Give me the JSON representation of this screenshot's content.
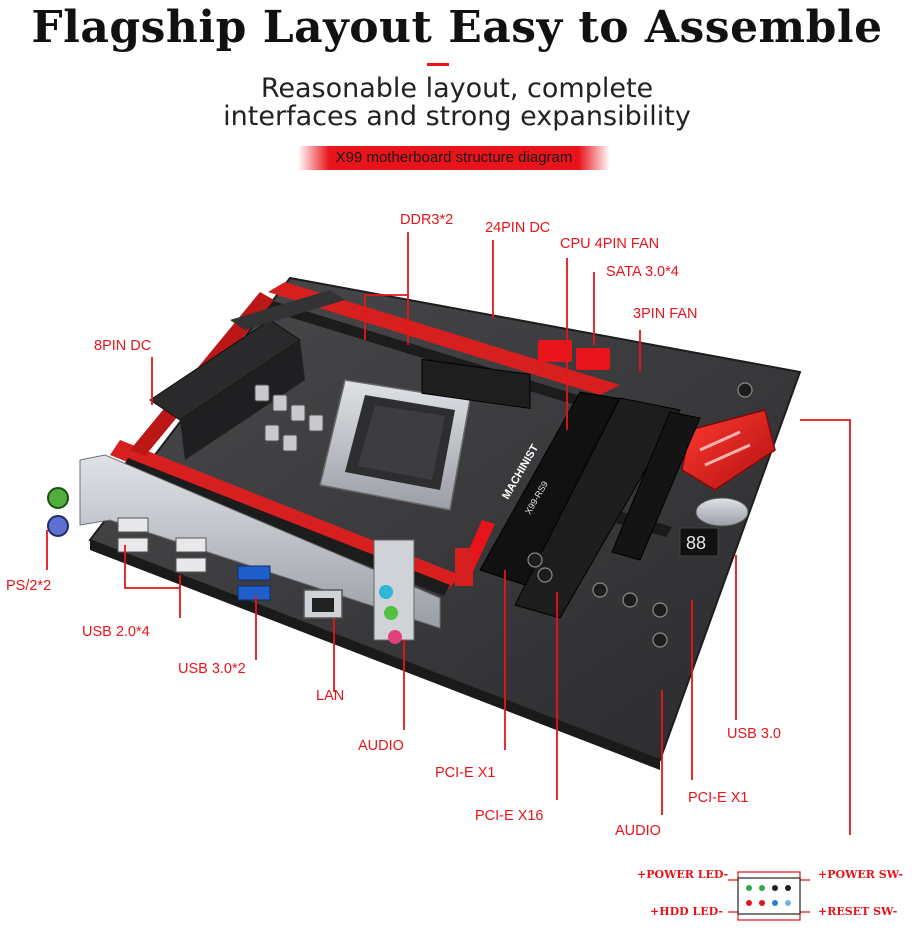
{
  "header": {
    "title": "Flagship Layout Easy to Assemble",
    "subtitle_line1": "Reasonable layout, complete",
    "subtitle_line2": "interfaces and strong expansibility",
    "banner": "X99 motherboard structure diagram"
  },
  "board": {
    "brand": "MACHINIST",
    "model": "X99-RS9",
    "colors": {
      "accent": "#e8141b",
      "pcb": "#3a3a3c",
      "slot_red": "#d81f1f",
      "io_metal": "#b9bcc2"
    }
  },
  "labels": {
    "ddr3": "DDR3*2",
    "dc24": "24PIN DC",
    "cpu_fan": "CPU 4PIN FAN",
    "sata": "SATA 3.0*4",
    "fan3": "3PIN FAN",
    "dc8": "8PIN DC",
    "ps2": "PS/2*2",
    "usb2": "USB 2.0*4",
    "usb3": "USB 3.0*2",
    "lan": "LAN",
    "audio_rear": "AUDIO",
    "pcie_x1_a": "PCI-E X1",
    "pcie_x16": "PCI-E X16",
    "audio_front": "AUDIO",
    "pcie_x1_b": "PCI-E X1",
    "usb30_header": "USB 3.0"
  },
  "front_panel": {
    "power_led": "+POWER LED-",
    "hdd_led": "+HDD LED-",
    "power_sw": "+POWER SW-",
    "reset_sw": "+RESET SW-",
    "pin_colors": [
      "#2aa84a",
      "#2aa84a",
      "#222222",
      "#222222",
      "#e8141b",
      "#e8141b",
      "#2a7ad8",
      "#6ab8e8"
    ]
  }
}
